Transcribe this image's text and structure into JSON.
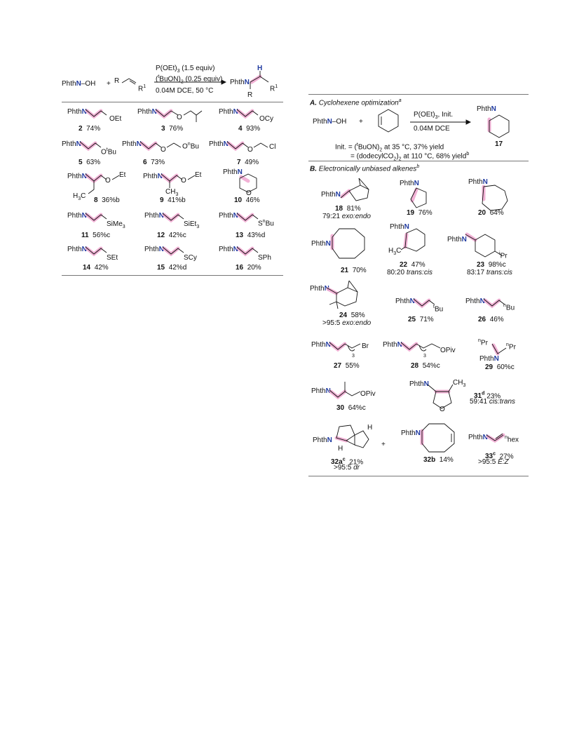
{
  "left": {
    "reaction": {
      "reactant1": "Phth",
      "reactant1_n": "N",
      "reactant1_suffix": "–OH",
      "plus": "+",
      "alkene_r": "R",
      "alkene_r1": "R1",
      "cond1": "P(OEt)3 (1.5 equiv)",
      "cond2": "(tBuON)2 (0.25 equiv)",
      "cond3": "0.04M DCE, 50 °C",
      "product_prefix": "Phth",
      "product_n": "N",
      "product_h": "H",
      "product_r": "R",
      "product_r1": "R1"
    },
    "entries": [
      {
        "id": "2",
        "yield": "74%",
        "group": "OEt"
      },
      {
        "id": "3",
        "yield": "76%",
        "group": ""
      },
      {
        "id": "4",
        "yield": "93%",
        "group": "OCy"
      },
      {
        "id": "5",
        "yield": "63%",
        "group": "OtBu"
      },
      {
        "id": "6",
        "yield": "73%",
        "group": "OnBu"
      },
      {
        "id": "7",
        "yield": "49%",
        "group": "Cl"
      },
      {
        "id": "8",
        "yield": "36%b",
        "group": "Et"
      },
      {
        "id": "9",
        "yield": "41%b",
        "group": "Et"
      },
      {
        "id": "10",
        "yield": "46%",
        "group": ""
      },
      {
        "id": "11",
        "yield": "56%c",
        "group": "SiMe3"
      },
      {
        "id": "12",
        "yield": "42%c",
        "group": "SiEt3"
      },
      {
        "id": "13",
        "yield": "43%d",
        "group": "SnBu"
      },
      {
        "id": "14",
        "yield": "42%",
        "group": "SEt"
      },
      {
        "id": "15",
        "yield": "42%d",
        "group": "SCy"
      },
      {
        "id": "16",
        "yield": "20%",
        "group": "SPh"
      }
    ]
  },
  "right": {
    "sectionA": {
      "letter": "A.",
      "title": "Cyclohexene optimization",
      "sup": "a",
      "reactant": "Phth",
      "reactant_n": "N",
      "reactant_suffix": "–OH",
      "plus": "+",
      "cond1": "P(OEt)3, Init.",
      "cond2": "0.04M DCE",
      "product_id": "17",
      "init1": "Init. = (tBuON)2 at 35 °C, 37% yield",
      "init2": "= (dodecylCO2)2 at 110 °C, 68% yield"
    },
    "sectionB": {
      "letter": "B.",
      "title": "Electronically unbiased alkenes",
      "sup": "b"
    },
    "entries": [
      {
        "id": "18",
        "yield": "81%",
        "note": "79:21 exo:endo"
      },
      {
        "id": "19",
        "yield": "76%",
        "note": ""
      },
      {
        "id": "20",
        "yield": "64%",
        "note": ""
      },
      {
        "id": "21",
        "yield": "70%",
        "note": ""
      },
      {
        "id": "22",
        "yield": "47%",
        "note": "80:20 trans:cis"
      },
      {
        "id": "23",
        "yield": "98%c",
        "note": "83:17 trans:cis"
      },
      {
        "id": "24",
        "yield": "58%",
        "note": ">95:5 exo:endo"
      },
      {
        "id": "25",
        "yield": "71%",
        "note": ""
      },
      {
        "id": "26",
        "yield": "46%",
        "note": ""
      },
      {
        "id": "27",
        "yield": "55%",
        "note": ""
      },
      {
        "id": "28",
        "yield": "54%c",
        "note": ""
      },
      {
        "id": "29",
        "yield": "60%c",
        "note": ""
      },
      {
        "id": "30",
        "yield": "64%c",
        "note": ""
      },
      {
        "id": "31",
        "yield": "23%",
        "note": "59:41 cis:trans"
      },
      {
        "id": "32a",
        "yield": "21%",
        "note": ">95:5 dr"
      },
      {
        "id": "32b",
        "yield": "14%",
        "note": ""
      },
      {
        "id": "33",
        "yield": "27%",
        "note": ">95:5 E:Z"
      }
    ]
  }
}
